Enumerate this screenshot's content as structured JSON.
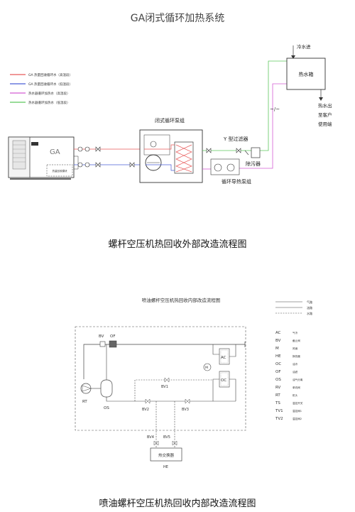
{
  "diagram1": {
    "title": "GA闭式循环加热系统",
    "legend": [
      {
        "label": "GA 热量回收循环水（高温段）",
        "color": "#e85a5a"
      },
      {
        "label": "GA 热量回收循环水（低温段）",
        "color": "#4a5fd6"
      },
      {
        "label": "热水器循环加热水（高温段）",
        "color": "#d45cd4"
      },
      {
        "label": "热水器循环加热水（低温段）",
        "color": "#5cc85c"
      }
    ],
    "compressor_label": "GA",
    "heat_recovery_box_label": "热量回收模块",
    "pump_group_label": "闭式循环泵组",
    "y_filter_label": "Y 型过滤器",
    "descaler_label": "除污器",
    "circ_pump_group_label": "循环导热泵组",
    "cold_water_label": "冷水进",
    "tank_label": "热水箱",
    "outlet_label_1": "热水出",
    "outlet_label_2": "至客户",
    "outlet_label_3": "使用端",
    "colors": {
      "hot": "#e85a5a",
      "cool": "#4a5fd6",
      "heater_hot": "#d45cd4",
      "heater_cool": "#5cc85c"
    }
  },
  "caption1": "螺杆空压机热回收外部改造流程图",
  "diagram2": {
    "title": "喷油螺杆空压机热回收内部改造流程图",
    "top_legend": [
      "气路",
      "油路",
      "水路"
    ],
    "legend": [
      {
        "code": "AC",
        "desc": "气冷"
      },
      {
        "code": "BV",
        "desc": "截止阀"
      },
      {
        "code": "M",
        "desc": "风扇"
      },
      {
        "code": "HE",
        "desc": "换热器"
      },
      {
        "code": "OC",
        "desc": "油冷"
      },
      {
        "code": "OF",
        "desc": "油滤"
      },
      {
        "code": "OS",
        "desc": "油气分离"
      },
      {
        "code": "RV",
        "desc": "单向阀"
      },
      {
        "code": "RT",
        "desc": "机头"
      },
      {
        "code": "TS",
        "desc": "温控开关"
      },
      {
        "code": "TV1",
        "desc": "温控阀1"
      },
      {
        "code": "TV2",
        "desc": "温控阀2"
      }
    ],
    "labels": {
      "bv": "BV",
      "of": "OF",
      "ac": "AC",
      "oc": "OC",
      "m": "M",
      "bv1": "BV1",
      "bv2": "BV2",
      "bv3": "BV3",
      "bv4": "BV4",
      "bv5": "BV5",
      "rt": "RT",
      "os": "OS",
      "he_box": "热交换器",
      "he": "HE"
    }
  },
  "caption2": "喷油螺杆空压机热回收内部改造流程图"
}
